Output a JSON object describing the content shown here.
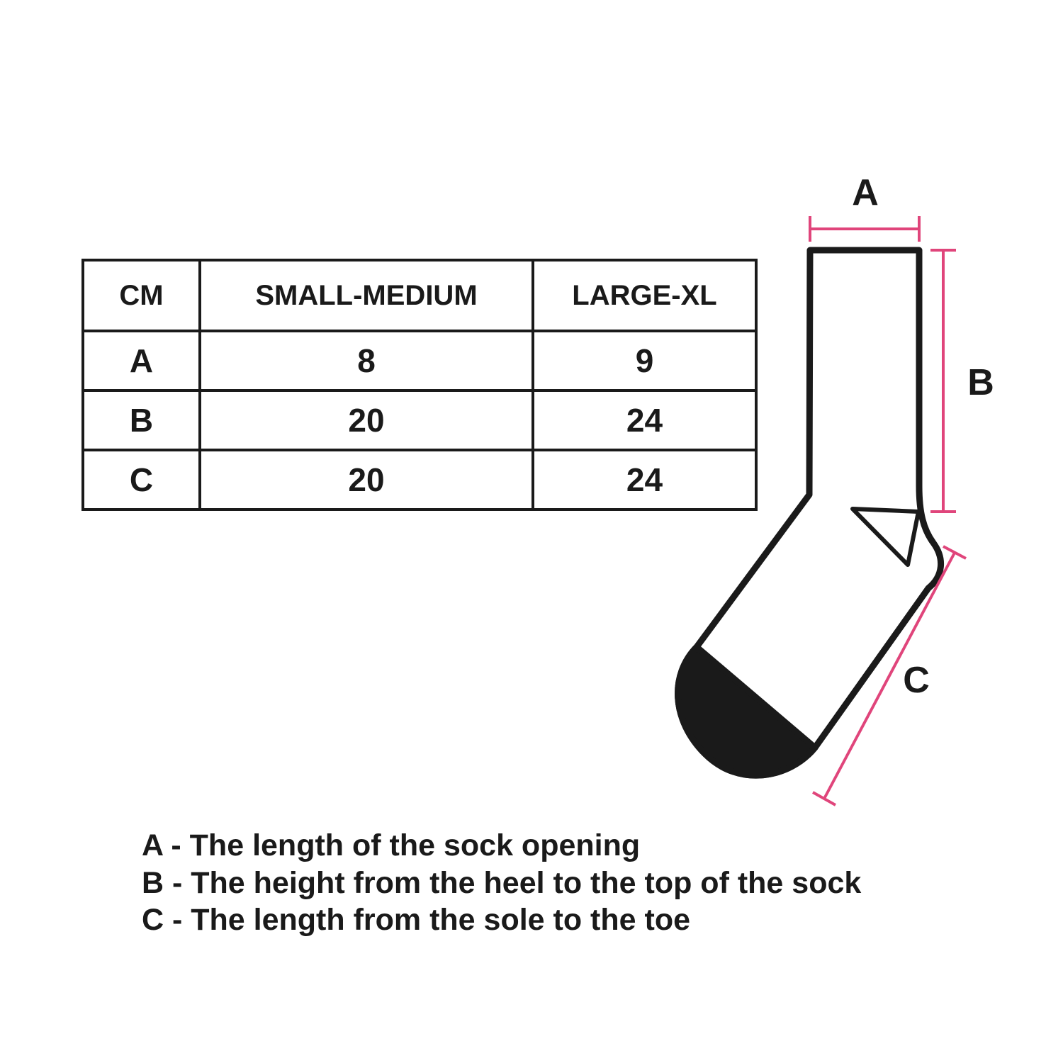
{
  "table": {
    "headers": [
      "CM",
      "SMALL-MEDIUM",
      "LARGE-XL"
    ],
    "rows": [
      {
        "label": "A",
        "small_medium": "8",
        "large_xl": "9"
      },
      {
        "label": "B",
        "small_medium": "20",
        "large_xl": "24"
      },
      {
        "label": "C",
        "small_medium": "20",
        "large_xl": "24"
      }
    ]
  },
  "diagram": {
    "labels": {
      "a": "A",
      "b": "B",
      "c": "C"
    },
    "colors": {
      "measure_line": "#e0457b",
      "sock_outline": "#1a1a1a",
      "sock_fill": "#ffffff",
      "toe_fill": "#1a1a1a"
    }
  },
  "legend": {
    "items": [
      "A - The length of the sock opening",
      "B - The height from the heel to the top of the sock",
      "C - The length from the sole to the toe"
    ]
  }
}
